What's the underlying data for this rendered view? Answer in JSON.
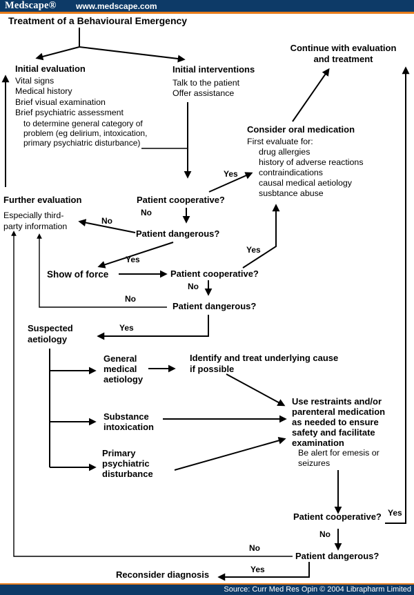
{
  "header": {
    "logo": "Medscape®",
    "site": "www.medscape.com"
  },
  "footer": {
    "source": "Source: Curr Med Res Opin © 2004 Librapharm Limited"
  },
  "title": "Treatment of a Behavioural Emergency",
  "labels": {
    "yes": "Yes",
    "no": "No"
  },
  "colors": {
    "bar_navy": "#0d3a67",
    "rule_orange": "#e87c1a",
    "text": "#000000"
  },
  "nodes": {
    "initial_evaluation": {
      "heading": "Initial evaluation",
      "items": [
        "Vital signs",
        "Medical history",
        "Brief visual examination",
        "Brief psychiatric assessment"
      ],
      "note": "to determine general category of\nproblem (eg delirium, intoxication,\nprimary psychiatric disturbance)"
    },
    "initial_interventions": {
      "heading": "Initial interventions",
      "items": [
        "Talk to the patient",
        "Offer assistance"
      ]
    },
    "continue": {
      "heading": "Continue with evaluation\nand treatment"
    },
    "consider_oral": {
      "heading": "Consider oral medication",
      "intro": "First evaluate for:",
      "items": [
        "drug allergies",
        "history of adverse reactions",
        "contraindications",
        "causal medical aetiology",
        "susbtance abuse"
      ]
    },
    "cooperative1": "Patient cooperative?",
    "dangerous1": "Patient dangerous?",
    "further_evaluation": {
      "heading": "Further evaluation",
      "note": "Especially third-\nparty information"
    },
    "show_of_force": "Show of force",
    "cooperative2": "Patient cooperative?",
    "dangerous2": "Patient dangerous?",
    "suspected": "Suspected\naetiology",
    "general_medical": "General\nmedical\naetiology",
    "identify": "Identify and treat underlying cause\nif possible",
    "substance": "Substance\nintoxication",
    "primary_psych": "Primary\npsychiatric\ndisturbance",
    "use_restraints": "Use restraints and/or\nparenteral medication\nas needed to ensure\nsafety and facilitate\nexamination",
    "be_alert": "Be alert for emesis or\nseizures",
    "cooperative3": "Patient cooperative?",
    "dangerous3": "Patient dangerous?",
    "reconsider": "Reconsider diagnosis"
  }
}
